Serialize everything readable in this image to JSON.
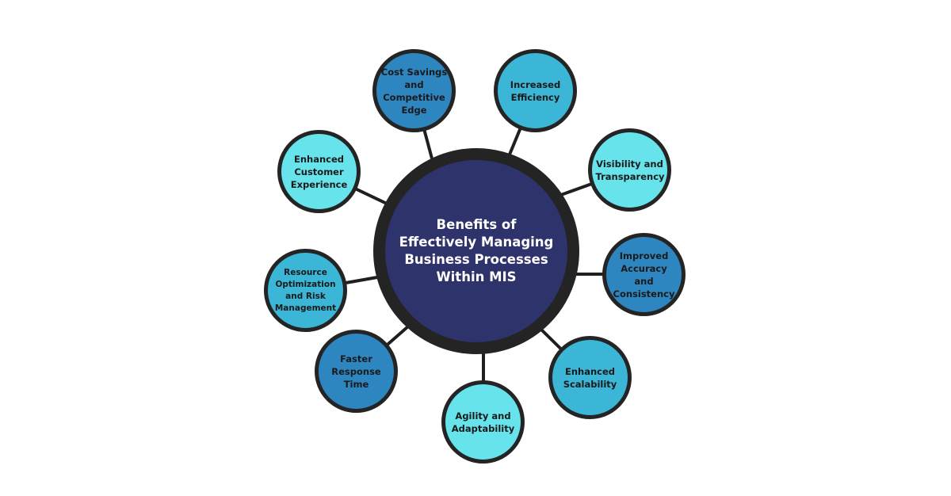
{
  "diagram": {
    "center": "Benefits of Effectively Managing Business Processes Within MIS",
    "nodes": [
      {
        "id": "cost-savings",
        "label": "Cost Savings and Competitive Edge",
        "color": "#2e86c0"
      },
      {
        "id": "increased-efficiency",
        "label": "Increased Efficiency",
        "color": "#3cb6d6"
      },
      {
        "id": "visibility",
        "label": "Visibility and Transparency",
        "color": "#67e3ec"
      },
      {
        "id": "improved-accuracy",
        "label": "Improved Accuracy and Consistency",
        "color": "#2e86c0"
      },
      {
        "id": "enhanced-scalability",
        "label": "Enhanced Scalability",
        "color": "#3cb6d6"
      },
      {
        "id": "agility",
        "label": "Agility and Adaptability",
        "color": "#67e3ec"
      },
      {
        "id": "faster-response",
        "label": "Faster Response Time",
        "color": "#2e86c0"
      },
      {
        "id": "resource-optimization",
        "label": "Resource Optimization and Risk Management",
        "color": "#3cb6d6"
      },
      {
        "id": "customer-experience",
        "label": "Enhanced Customer Experience",
        "color": "#67e3ec"
      }
    ],
    "colors": {
      "hub_fill": "#2f336b",
      "outline": "#242424",
      "dark_blue": "#2e86c0",
      "mid_blue": "#3cb6d6",
      "light_cyan": "#67e3ec"
    }
  }
}
